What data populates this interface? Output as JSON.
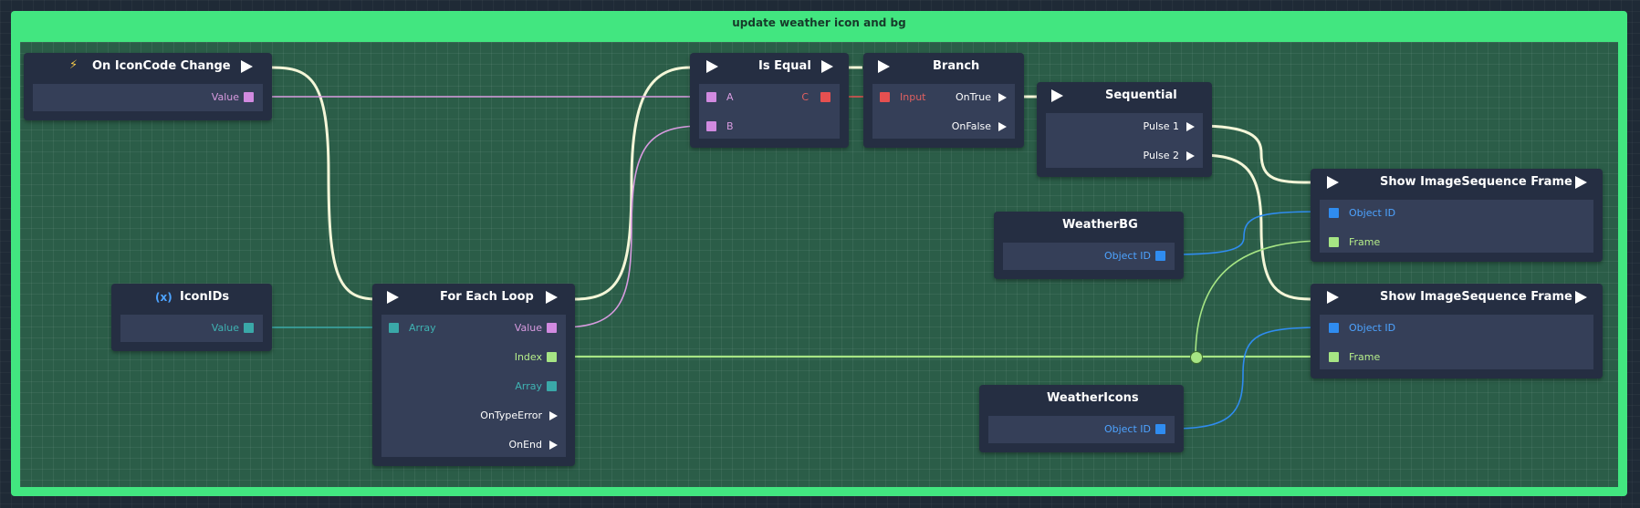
{
  "group": {
    "title": "update weather icon and bg"
  },
  "colors": {
    "group_border": "#42e680",
    "canvas": "#2b5d48",
    "node": "#252e42",
    "exec_wire": "#f4f6d8",
    "string_wire": "#d89be0",
    "array_wire": "#3aa8a8",
    "int_wire": "#a6e584",
    "object_wire": "#2f8cf0"
  },
  "nodes": {
    "on_iconcode_change": {
      "icon": "lightning-icon",
      "title": "On IconCode Change",
      "value_label": "Value"
    },
    "icon_ids": {
      "icon": "variable-icon",
      "icon_glyph": "(x)",
      "title": "IconIDs",
      "value_label": "Value"
    },
    "for_each_loop": {
      "title": "For Each Loop",
      "array_in_label": "Array",
      "value_label": "Value",
      "index_label": "Index",
      "array_out_label": "Array",
      "on_type_error_label": "OnTypeError",
      "on_end_label": "OnEnd"
    },
    "is_equal": {
      "title": "Is Equal",
      "a_label": "A",
      "b_label": "B",
      "c_label": "C"
    },
    "branch": {
      "title": "Branch",
      "input_label": "Input",
      "on_true_label": "OnTrue",
      "on_false_label": "OnFalse"
    },
    "sequential": {
      "title": "Sequential",
      "pulse1_label": "Pulse 1",
      "pulse2_label": "Pulse 2"
    },
    "show_frame_1": {
      "title": "Show ImageSequence Frame",
      "object_id_label": "Object ID",
      "frame_label": "Frame"
    },
    "show_frame_2": {
      "title": "Show ImageSequence Frame",
      "object_id_label": "Object ID",
      "frame_label": "Frame"
    },
    "weather_bg": {
      "title": "WeatherBG",
      "object_id_label": "Object ID"
    },
    "weather_icons": {
      "title": "WeatherIcons",
      "object_id_label": "Object ID"
    }
  }
}
